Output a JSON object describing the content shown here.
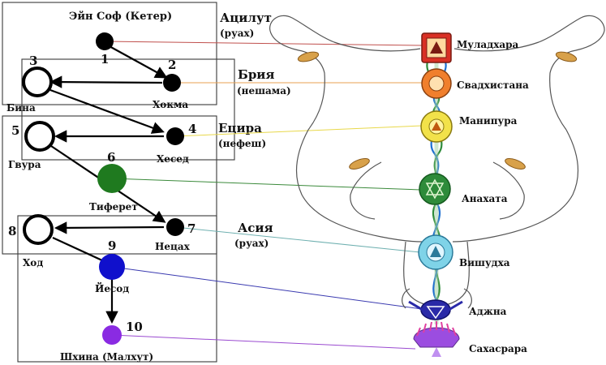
{
  "worlds": {
    "atzilut": {
      "name": "Ацилут",
      "soul": "(руах)"
    },
    "beriah": {
      "name": "Брия",
      "soul": "(нешама)"
    },
    "yetzirah": {
      "name": "Ецира",
      "soul": "(нефеш)"
    },
    "assiah": {
      "name": "Асия",
      "soul": "(руах)"
    }
  },
  "sefirot": [
    {
      "num": "1",
      "name": "Эйн Соф (Кетер)",
      "color": "#000000"
    },
    {
      "num": "2",
      "name": "Хокма",
      "color": "#000000"
    },
    {
      "num": "3",
      "name": "Бина",
      "color": "#ffffff"
    },
    {
      "num": "4",
      "name": "Хесед",
      "color": "#000000"
    },
    {
      "num": "5",
      "name": "Гвура",
      "color": "#ffffff"
    },
    {
      "num": "6",
      "name": "Тиферет",
      "color": "#1f7a1f"
    },
    {
      "num": "7",
      "name": "Нецах",
      "color": "#000000"
    },
    {
      "num": "8",
      "name": "Ход",
      "color": "#ffffff"
    },
    {
      "num": "9",
      "name": "Йесод",
      "color": "#1010cc"
    },
    {
      "num": "10",
      "name": "Шхина (Малхут)",
      "color": "#8a2be2"
    }
  ],
  "chakras": [
    {
      "name": "Муладхара",
      "color": "#d93025",
      "line_color": "#c0504d"
    },
    {
      "name": "Свадхистана",
      "color": "#f07f2d",
      "line_color": "#e8a050"
    },
    {
      "name": "Манипура",
      "color": "#f2e24a",
      "line_color": "#e8d84a"
    },
    {
      "name": "Анахата",
      "color": "#2e8b3a",
      "line_color": "#3b8a3b"
    },
    {
      "name": "Вишудха",
      "color": "#7fd3e8",
      "line_color": "#6fb0b0"
    },
    {
      "name": "Аджна",
      "color": "#2a2aa8",
      "line_color": "#3a3ab0"
    },
    {
      "name": "Сахасрара",
      "color": "#9b4de0",
      "line_color": "#9a4ad0"
    }
  ]
}
